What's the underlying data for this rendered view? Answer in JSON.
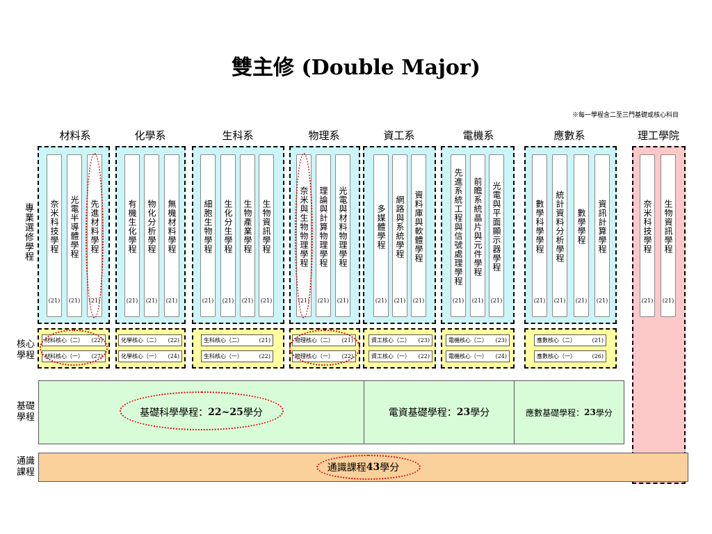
{
  "title": "雙主修 (Double Major)",
  "note": "※每一學程含二至三門基礎或核心科目",
  "row_labels": {
    "major": "專業選修學程",
    "core_l1": "核心",
    "core_l2": "學程",
    "basic_l1": "基礎",
    "basic_l2": "學程",
    "gen_l1": "通識",
    "gen_l2": "課程"
  },
  "departments": [
    "材料系",
    "化學系",
    "生科系",
    "物理系",
    "資工系",
    "電機系",
    "應數系",
    "理工學院"
  ],
  "programs": [
    {
      "name": "奈米科技學程",
      "credits": "(21)"
    },
    {
      "name": "光電半導體學程",
      "credits": "(21)"
    },
    {
      "name": "先進材料學程",
      "credits": "(21)"
    },
    {
      "name": "有機生化學程",
      "credits": "(21)"
    },
    {
      "name": "物化分析學程",
      "credits": "(21)"
    },
    {
      "name": "無機材料學程",
      "credits": "(21)"
    },
    {
      "name": "細胞生物學程",
      "credits": "(21)"
    },
    {
      "name": "生化分生學程",
      "credits": "(21)"
    },
    {
      "name": "生物產業學程",
      "credits": "(21)"
    },
    {
      "name": "生物資訊學程",
      "credits": "(21)"
    },
    {
      "name": "奈米與生物物理學程",
      "credits": "(21)"
    },
    {
      "name": "理論與計算物理學程",
      "credits": "(21)"
    },
    {
      "name": "光電與材料物理學程",
      "credits": "(21)"
    },
    {
      "name": "多媒體學程",
      "credits": "(21)"
    },
    {
      "name": "網路與系統學程",
      "credits": "(21)"
    },
    {
      "name": "資料庫與軟體學程",
      "credits": "(21)"
    },
    {
      "name": "先進系統工程與信號處理學程",
      "credits": "(21)"
    },
    {
      "name": "前瞻系統晶片與元件學程",
      "credits": "(21)"
    },
    {
      "name": "光電與平面顯示器學程",
      "credits": "(21)"
    },
    {
      "name": "數學科學學程",
      "credits": "(21)"
    },
    {
      "name": "統計資料分析學程",
      "credits": "(21)"
    },
    {
      "name": "數學學程",
      "credits": "(21)"
    },
    {
      "name": "資訊計算學程",
      "credits": "(21)"
    },
    {
      "name": "奈米科技學程",
      "credits": "(21)"
    },
    {
      "name": "生物資訊學程",
      "credits": "(21)"
    }
  ],
  "cores": [
    {
      "label": "材料核心（二）",
      "credits": "(22)"
    },
    {
      "label": "材料核心（一）",
      "credits": "(27)"
    },
    {
      "label": "化學核心（二）",
      "credits": "(22)"
    },
    {
      "label": "化學核心（一）",
      "credits": "(24)"
    },
    {
      "label": "生科核心（二）",
      "credits": "(21)"
    },
    {
      "label": "生科核心（一）",
      "credits": "(22)"
    },
    {
      "label": "物理核心（二）",
      "credits": "(21)"
    },
    {
      "label": "物理核心（一）",
      "credits": "(22)"
    },
    {
      "label": "資工核心（二）",
      "credits": "(23)"
    },
    {
      "label": "資工核心（一）",
      "credits": "(22)"
    },
    {
      "label": "電機核心（二）",
      "credits": "(23)"
    },
    {
      "label": "電機核心（一）",
      "credits": "(24)"
    },
    {
      "label": "應數核心（二）",
      "credits": "(21)"
    },
    {
      "label": "應數核心（一）",
      "credits": "(26)"
    }
  ],
  "basics": [
    {
      "pre": "基礎科學學程：",
      "num": "22~25",
      "post": "學分"
    },
    {
      "pre": "電資基礎學程：",
      "num": "23",
      "post": "學分"
    },
    {
      "pre": "應數基礎學程：",
      "num": "23",
      "post": "學分"
    }
  ],
  "general": {
    "pre": "通識課程",
    "num": "43",
    "post": "學分"
  },
  "colors": {
    "major_bg": "#ccf5f7",
    "core_bg": "#ffffa0",
    "college_bg": "#fcc8c8",
    "basic_bg": "#d8fcd8",
    "general_bg": "#fbd19b",
    "highlight": "#e01010"
  }
}
